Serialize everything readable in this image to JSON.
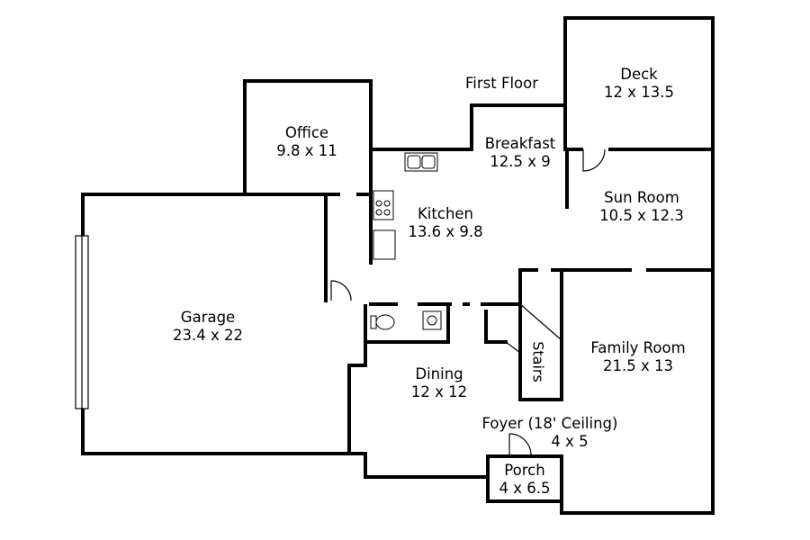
{
  "plan_title": "First Floor",
  "rooms": {
    "deck": {
      "name": "Deck",
      "size": "12 x 13.5"
    },
    "office": {
      "name": "Office",
      "size": "9.8 x 11"
    },
    "breakfast": {
      "name": "Breakfast",
      "size": "12.5 x 9"
    },
    "sun_room": {
      "name": "Sun Room",
      "size": "10.5 x 12.3"
    },
    "kitchen": {
      "name": "Kitchen",
      "size": "13.6 x 9.8"
    },
    "garage": {
      "name": "Garage",
      "size": "23.4 x 22"
    },
    "family_room": {
      "name": "Family Room",
      "size": "21.5 x 13"
    },
    "dining": {
      "name": "Dining",
      "size": "12 x 12"
    },
    "foyer": {
      "name": "Foyer (18' Ceiling)",
      "size": "4 x 5"
    },
    "porch": {
      "name": "Porch",
      "size": "4 x 6.5"
    }
  },
  "stairs_label": "Stairs",
  "colors": {
    "walls": "#000000",
    "background": "#ffffff"
  }
}
